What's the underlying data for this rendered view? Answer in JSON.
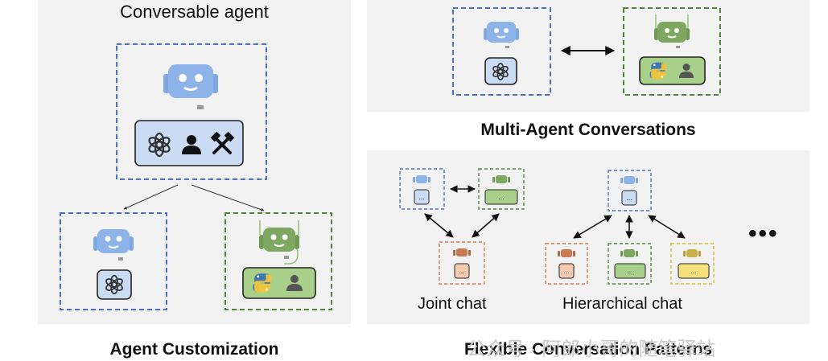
{
  "left_panel": {
    "title": "Conversable agent",
    "caption": "Agent Customization"
  },
  "top_right_panel": {
    "caption": "Multi-Agent Conversations"
  },
  "bottom_right_panel": {
    "joint_label": "Joint chat",
    "hierarchical_label": "Hierarchical chat",
    "more_label": "•••",
    "caption": "Flexible Conversation Patterns"
  },
  "watermark": "公众号 · 阿郎小哥的随笔驿站",
  "colors": {
    "blue": "#4a72c4",
    "green": "#4f8a3c",
    "orange": "#d47a4a",
    "yellow": "#d8b830",
    "robot_blue": "#7fa8e0",
    "robot_green": "#7ea862",
    "robot_orange": "#c87a52",
    "robot_yellow": "#c8b048"
  },
  "icons": [
    "robot-icon",
    "openai-logo-icon",
    "person-icon",
    "tools-icon",
    "python-logo-icon",
    "ellipsis-icon",
    "bidirectional-arrow-icon"
  ],
  "ellipsis_text": "..."
}
